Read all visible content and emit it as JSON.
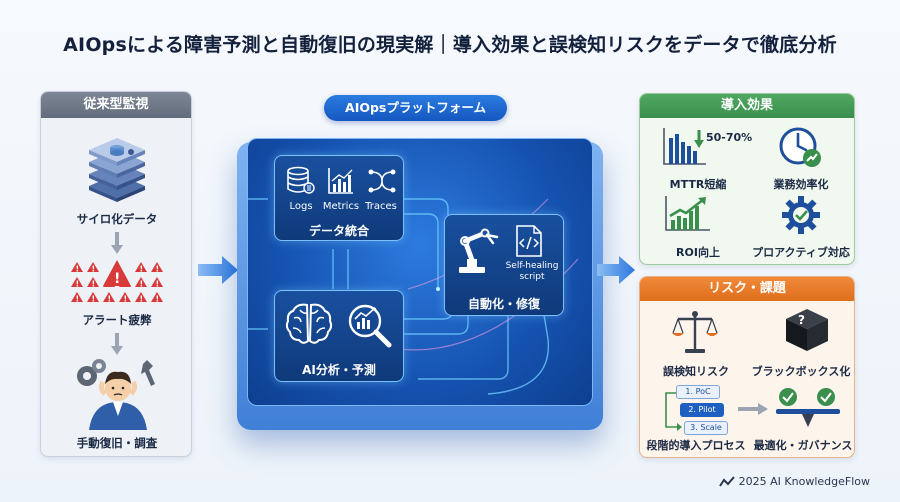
{
  "title": "AIOpsによる障害予測と自動復旧の現実解｜導入効果と誤検知リスクをデータで徹底分析",
  "left": {
    "header": "従来型監視",
    "items": [
      "サイロ化データ",
      "アラート疲弊",
      "手動復旧・調査"
    ]
  },
  "center": {
    "header": "AIOpsプラットフォーム",
    "data_card": {
      "title": "データ統合",
      "icons": [
        "Logs",
        "Metrics",
        "Traces"
      ]
    },
    "auto_card": {
      "title": "自動化・修復",
      "script_label": "Self-healing script"
    },
    "ai_card": {
      "title": "AI分析・予測"
    }
  },
  "effects": {
    "header": "導入効果",
    "mttr_value": "50-70%",
    "items": [
      "MTTR短縮",
      "業務効率化",
      "ROI向上",
      "プロアクティブ対応"
    ]
  },
  "risks": {
    "header": "リスク・課題",
    "items": [
      "誤検知リスク",
      "ブラックボックス化",
      "段階的導入プロセス",
      "最適化・ガバナンス"
    ],
    "steps": [
      "1. PoC",
      "2. Pilot",
      "3. Scale"
    ]
  },
  "footer": "2025 AI KnowledgeFlow",
  "colors": {
    "accent_blue": "#1557c0",
    "green": "#3a8f4c",
    "orange": "#df6e1c",
    "alert_red": "#d83a3a"
  }
}
